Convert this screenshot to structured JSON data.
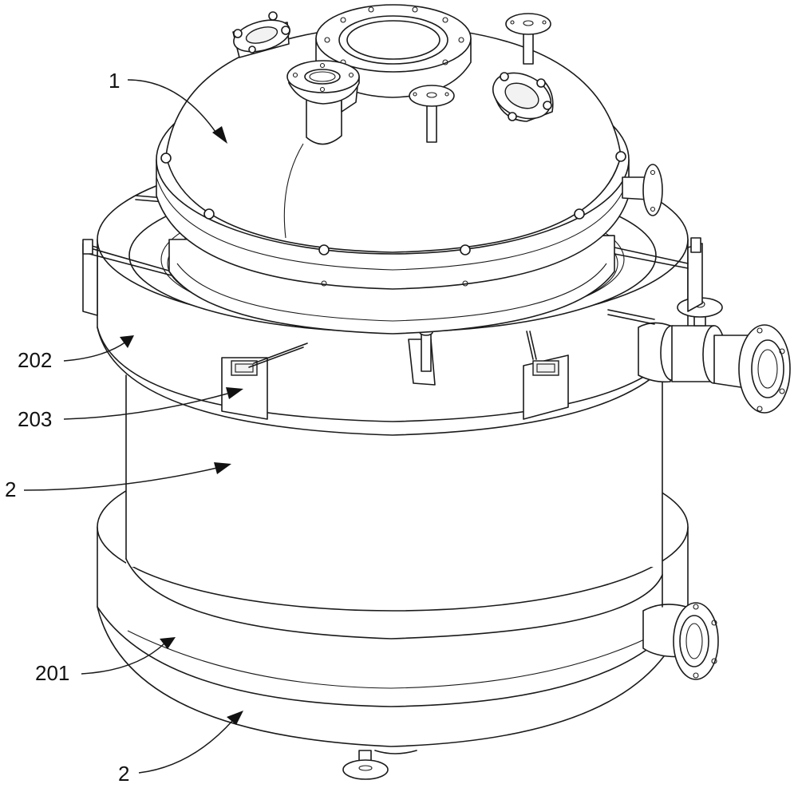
{
  "labels": {
    "lid": "1",
    "vessel_upper": "2",
    "vessel_lower": "2",
    "jacket": "201",
    "top_ring": "202",
    "clamp": "203"
  }
}
